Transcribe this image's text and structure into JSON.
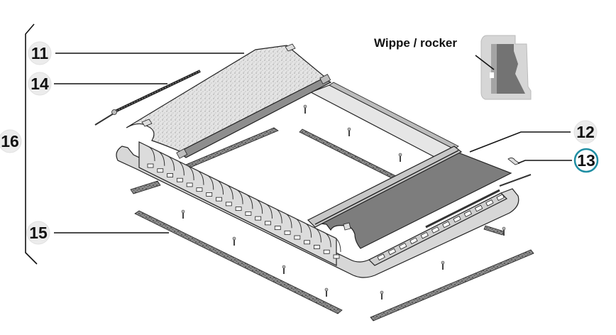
{
  "figure": {
    "type": "exploded-parts-diagram",
    "subject": "roof window / skylight frame assembly with roller blinds"
  },
  "inset": {
    "label": "Wippe / rocker"
  },
  "callouts": [
    {
      "id": "11",
      "label": "11",
      "part": "pleated/textured roller blind (fly screen)",
      "highlighted": false
    },
    {
      "id": "14",
      "label": "14",
      "part": "threaded guide rod",
      "highlighted": false
    },
    {
      "id": "16",
      "label": "16",
      "part": "complete inner frame assembly (bracket group)",
      "highlighted": false
    },
    {
      "id": "15",
      "label": "15",
      "part": "brush / seal strip",
      "highlighted": false
    },
    {
      "id": "12",
      "label": "12",
      "part": "dark roller blind (darkening shade)",
      "highlighted": false
    },
    {
      "id": "13",
      "label": "13",
      "part": "rocker clip",
      "highlighted": true
    }
  ],
  "colors": {
    "line": "#111111",
    "highlight_ring": "#1f8ea3",
    "callout_bg": "#ececec",
    "screen_fill": "#e2e2e2",
    "blind_fill": "#7c7c7c",
    "frame_fill": "#d9d9d9",
    "brush_fill": "#6f6f6f"
  }
}
